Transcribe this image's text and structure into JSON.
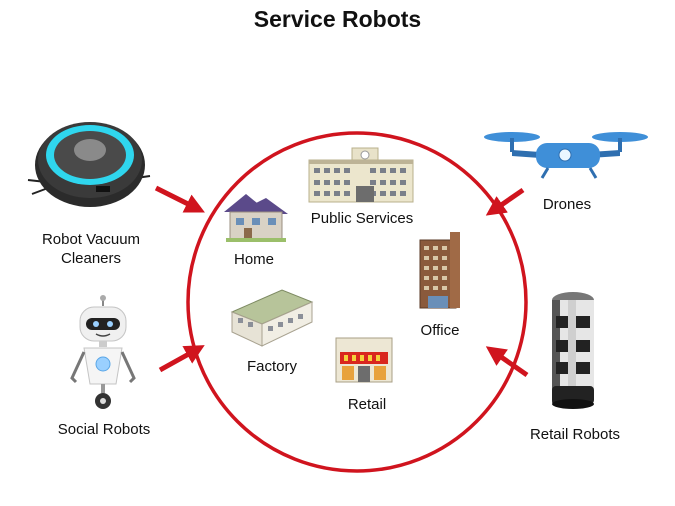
{
  "title": "Service Robots",
  "robots": {
    "vacuum_line1": "Robot Vacuum",
    "vacuum_line2": "Cleaners",
    "social": "Social Robots",
    "drones": "Drones",
    "retail": "Retail Robots"
  },
  "places": {
    "home": "Home",
    "public_services": "Public Services",
    "office": "Office",
    "factory": "Factory",
    "retail": "Retail"
  },
  "colors": {
    "accent_red": "#d0141e",
    "drone_blue": "#3f8fd8",
    "vacuum_ring": "#2fd6ee"
  }
}
